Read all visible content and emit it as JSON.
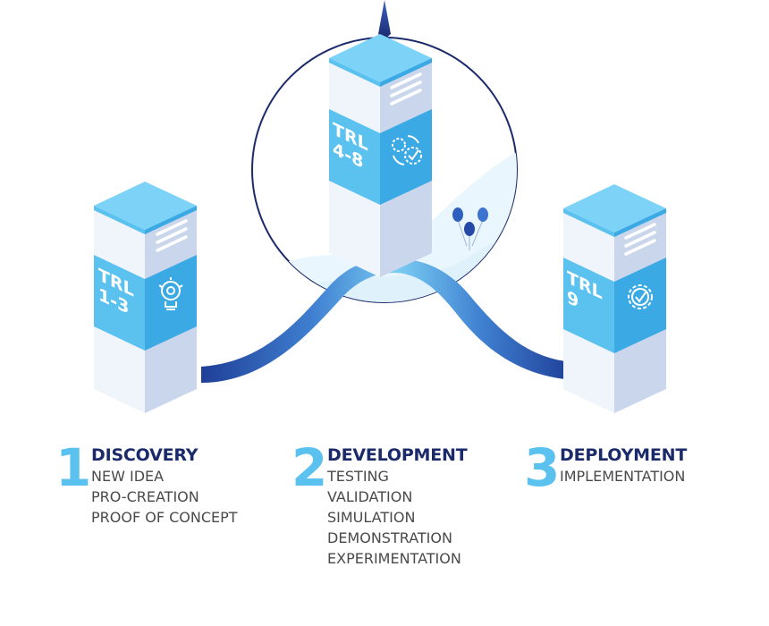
{
  "towers": [
    {
      "label_line1": "TRL",
      "label_line2": "1-3",
      "icon": "lightbulb-gear-icon"
    },
    {
      "label_line1": "TRL",
      "label_line2": "4-8",
      "icon": "gears-check-icon"
    },
    {
      "label_line1": "TRL",
      "label_line2": "9",
      "icon": "gear-check-icon"
    }
  ],
  "stages": [
    {
      "number": "1",
      "title": "DISCOVERY",
      "items": [
        "NEW IDEA",
        "PRO-CREATION",
        "PROOF OF CONCEPT"
      ]
    },
    {
      "number": "2",
      "title": "DEVELOPMENT",
      "items": [
        "TESTING",
        "VALIDATION",
        "SIMULATION",
        "DEMONSTRATION",
        "EXPERIMENTATION"
      ]
    },
    {
      "number": "3",
      "title": "DEPLOYMENT",
      "items": [
        "IMPLEMENTATION"
      ]
    }
  ],
  "colors": {
    "tower_top": "#5bc2f0",
    "tower_band": "#3aa9e4",
    "tower_side": "#dfe7f4",
    "ribbon_dark": "#1f3f97",
    "ribbon_light": "#7cd0f5",
    "circle_stroke": "#1b2a6b",
    "number": "#5bc2f0",
    "title": "#1b2a6b"
  }
}
